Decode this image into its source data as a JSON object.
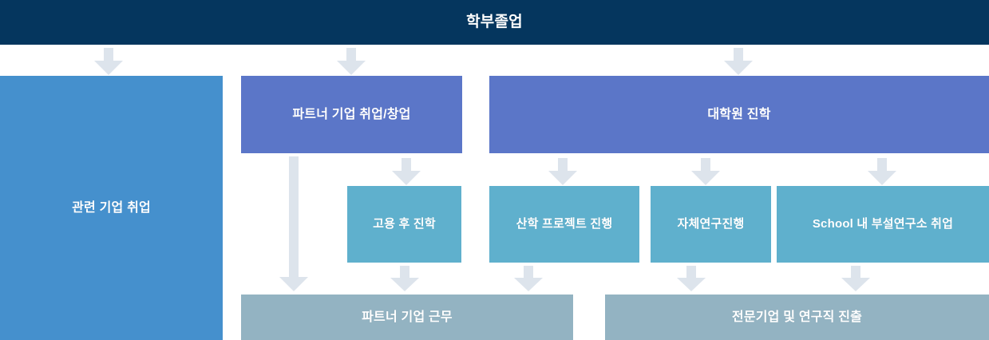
{
  "diagram": {
    "title": "학부졸업",
    "colors": {
      "header": "#05365e",
      "level1": "#4590cd",
      "level2": "#5b76c8",
      "level3": "#5fb0cd",
      "level4": "#93b3c2",
      "arrow": "#dde4ec",
      "background": "#ffffff",
      "text": "#ffffff"
    },
    "header": {
      "label": "학부졸업"
    },
    "level1": [
      {
        "id": "related-company-employment",
        "label": "관련 기업 취업"
      }
    ],
    "level2": [
      {
        "id": "partner-company-employment-startup",
        "label": "파트너 기업 취업/창업"
      },
      {
        "id": "graduate-school-admission",
        "label": "대학원 진학"
      }
    ],
    "level3": [
      {
        "id": "study-after-employment",
        "label": "고용 후 진학"
      },
      {
        "id": "industry-academic-project",
        "label": "산학 프로젝트 진행"
      },
      {
        "id": "independent-research",
        "label": "자체연구진행"
      },
      {
        "id": "school-affiliated-institute-employment",
        "label": "School 내 부설연구소 취업"
      }
    ],
    "level4": [
      {
        "id": "partner-company-work",
        "label": "파트너 기업 근무"
      },
      {
        "id": "specialized-company-research-career",
        "label": "전문기업 및 연구직 진출"
      }
    ],
    "arrows": [
      {
        "id": "arrow-header-to-related-company",
        "kind": "short-down"
      },
      {
        "id": "arrow-header-to-partner-employment",
        "kind": "short-down"
      },
      {
        "id": "arrow-header-to-graduate-school",
        "kind": "short-down"
      },
      {
        "id": "arrow-partner-employment-to-partner-work",
        "kind": "long-down"
      },
      {
        "id": "arrow-partner-employment-to-study-after-employment",
        "kind": "short-down"
      },
      {
        "id": "arrow-graduate-school-to-industry-project",
        "kind": "short-down"
      },
      {
        "id": "arrow-graduate-school-to-independent-research",
        "kind": "short-down"
      },
      {
        "id": "arrow-graduate-school-to-affiliated-institute",
        "kind": "short-down"
      },
      {
        "id": "arrow-study-after-employment-to-partner-work",
        "kind": "short-down"
      },
      {
        "id": "arrow-industry-project-to-specialized-career",
        "kind": "short-down"
      },
      {
        "id": "arrow-independent-research-to-specialized-career",
        "kind": "short-down"
      },
      {
        "id": "arrow-affiliated-institute-to-specialized-career",
        "kind": "short-down"
      }
    ]
  }
}
